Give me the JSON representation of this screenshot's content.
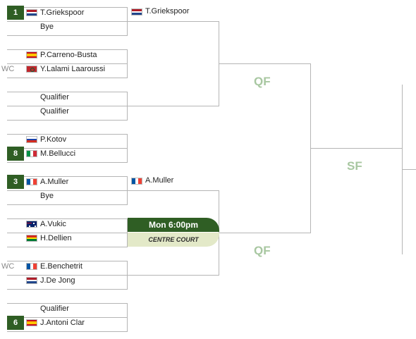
{
  "players": [
    {
      "name": "T.Griekspoor",
      "seed": "1",
      "entry": "",
      "flag": "nl-flag-icon"
    },
    {
      "name": "Bye",
      "seed": "",
      "entry": "",
      "flag": ""
    },
    {
      "name": "P.Carreno-Busta",
      "seed": "",
      "entry": "",
      "flag": "es-flag-icon"
    },
    {
      "name": "Y.Lalami Laaroussi",
      "seed": "",
      "entry": "WC",
      "flag": "ma-flag-icon"
    },
    {
      "name": "Qualifier",
      "seed": "",
      "entry": "",
      "flag": ""
    },
    {
      "name": "Qualifier",
      "seed": "",
      "entry": "",
      "flag": ""
    },
    {
      "name": "P.Kotov",
      "seed": "",
      "entry": "",
      "flag": "ru-flag-icon"
    },
    {
      "name": "M.Bellucci",
      "seed": "8",
      "entry": "",
      "flag": "it-flag-icon"
    },
    {
      "name": "A.Muller",
      "seed": "3",
      "entry": "",
      "flag": "fr-flag-icon"
    },
    {
      "name": "Bye",
      "seed": "",
      "entry": "",
      "flag": ""
    },
    {
      "name": "A.Vukic",
      "seed": "",
      "entry": "",
      "flag": "au-flag-icon"
    },
    {
      "name": "H.Dellien",
      "seed": "",
      "entry": "",
      "flag": "bo-flag-icon"
    },
    {
      "name": "E.Benchetrit",
      "seed": "",
      "entry": "WC",
      "flag": "fr-flag-icon"
    },
    {
      "name": "J.De Jong",
      "seed": "",
      "entry": "",
      "flag": "nl-flag-icon"
    },
    {
      "name": "Qualifier",
      "seed": "",
      "entry": "",
      "flag": ""
    },
    {
      "name": "J.Antoni Clar",
      "seed": "6",
      "entry": "",
      "flag": "es-flag-icon"
    }
  ],
  "second_round": [
    {
      "name": "T.Griekspoor",
      "flag": "nl-flag-icon"
    },
    {
      "name": "A.Muller",
      "flag": "fr-flag-icon"
    }
  ],
  "schedule": {
    "time": "Mon 6:00pm",
    "court": "CENTRE COURT"
  },
  "round_labels": {
    "qf_top": "QF",
    "qf_bottom": "QF",
    "sf": "SF"
  },
  "colors": {
    "seed_bg": "#2f5e24",
    "court_bg": "#e3e9c8",
    "round_label": "#a8c7a1",
    "line": "#b5b5b5"
  }
}
